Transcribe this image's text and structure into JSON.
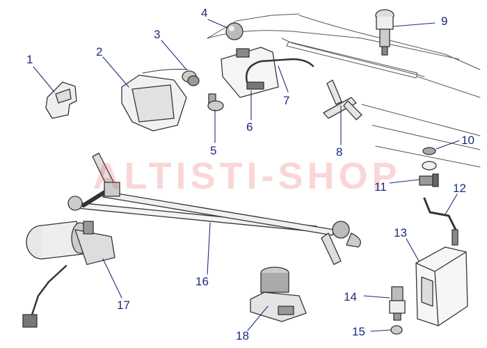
{
  "diagram": {
    "watermark": "ALTISTI-SHOP",
    "leader_color": "#1b2a7a",
    "part_numbers": [
      "1",
      "2",
      "3",
      "4",
      "5",
      "6",
      "7",
      "8",
      "9",
      "10",
      "11",
      "12",
      "13",
      "14",
      "15",
      "16",
      "17",
      "18"
    ]
  }
}
